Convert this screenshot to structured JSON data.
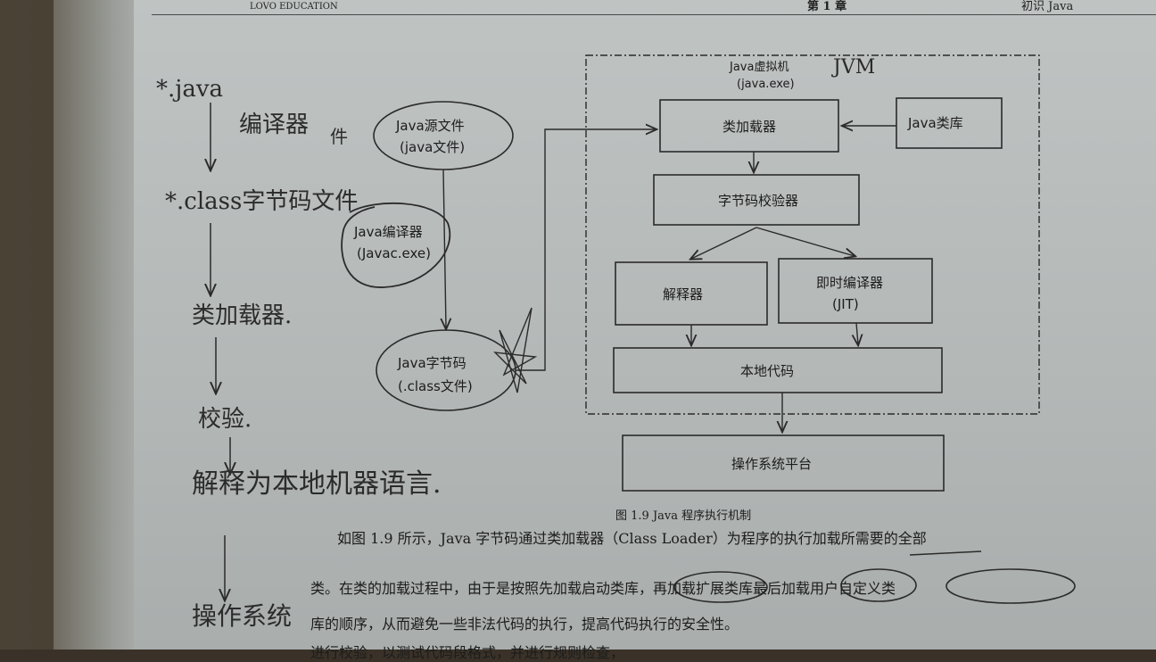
{
  "header": {
    "logo_text": "LOVO EDUCATION",
    "chapter": "第 1 章",
    "chapter_title": "初识 Java"
  },
  "diagram": {
    "jvm_title": "Java虚拟机",
    "jvm_subtitle": "(java.exe)",
    "jvm_note": "JVM",
    "source_file": [
      "Java源文件",
      "(java文件)"
    ],
    "compiler": [
      "Java编译器",
      "(Javac.exe)"
    ],
    "bytecode": [
      "Java字节码",
      "(.class文件)"
    ],
    "class_loader": "类加载器",
    "java_lib": "Java类库",
    "verifier": "字节码校验器",
    "interpreter": "解释器",
    "jit": [
      "即时编译器",
      "(JIT)"
    ],
    "native_code": "本地代码",
    "os_platform": "操作系统平台"
  },
  "caption": "图 1.9 Java 程序执行机制",
  "paragraph": [
    "如图 1.9 所示，Java 字节码通过类加载器（Class Loader）为程序的执行加载所需要的全部",
    "类。在类的加载过程中，由于是按照先加载启动类库，再加载扩展类库最后加载用户自定义类",
    "库的顺序，从而避免一些非法代码的执行，提高代码执行的安全性。",
    "                                      进行校验，以测试代码段格式，并进行规则检查，"
  ],
  "handwriting": {
    "line1": "*.java",
    "line2": "编译器",
    "line2b": "件",
    "line3": "*.class字节码文件",
    "line4": "类加载器.",
    "line5": "校验.",
    "line6": "解释为本地机器语言.",
    "line7": "操作系统"
  }
}
